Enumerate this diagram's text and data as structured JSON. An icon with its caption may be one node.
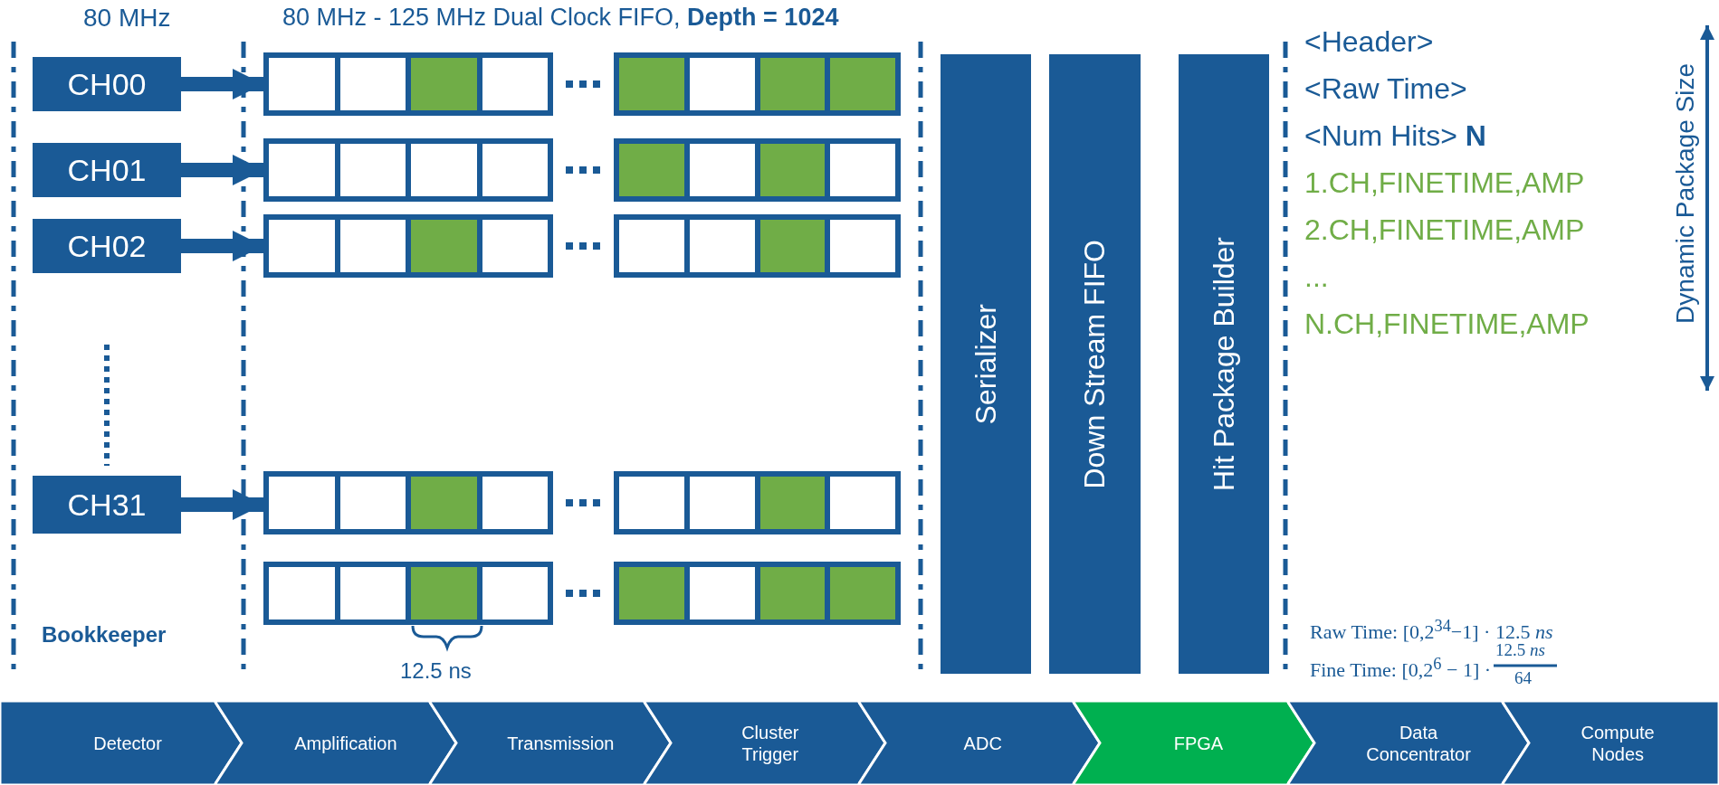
{
  "diagram": {
    "nodes": [
      {
        "text": [
          "CH00"
        ]
      },
      {
        "text": [
          "CH01"
        ]
      },
      {
        "text": [
          "CH02"
        ]
      },
      {
        "text": [
          "CH31"
        ]
      },
      {
        "text": [],
        "shape": "bar"
      },
      {
        "text": [],
        "shape": "bar"
      },
      {
        "text": [],
        "shape": "bar"
      },
      {
        "text": [],
        "shape": "bar"
      },
      {
        "text": [],
        "shape": "bar"
      },
      {
        "text": [
          "Serializer"
        ]
      },
      {
        "text": [
          "Down Stream FIFO"
        ]
      },
      {
        "text": [
          "Hit Package Builder"
        ]
      },
      {
        "text": [
          "Detector"
        ]
      },
      {
        "text": [
          "Amplification"
        ]
      },
      {
        "text": [
          "Transmission"
        ]
      },
      {
        "text": [
          "Cluster Trigger"
        ]
      },
      {
        "text": [
          "ADC"
        ]
      },
      {
        "text": [
          "FPGA"
        ]
      },
      {
        "text": [
          "Data Concentrator"
        ]
      },
      {
        "text": [
          "Compute Nodes"
        ]
      }
    ],
    "edges": [
      {
        "from": 0,
        "to": 4,
        "arrow": "to"
      },
      {
        "from": 1,
        "to": 5,
        "arrow": "to"
      },
      {
        "from": 2,
        "to": 6,
        "arrow": "to"
      },
      {
        "from": 3,
        "to": 7,
        "arrow": "to"
      }
    ],
    "labels": [
      "80 MHz",
      "80 MHz - 125 MHz Dual Clock FIFO, **Depth = 1024**",
      "<Header>",
      "<Raw Time>",
      "<Num Hits> **N**",
      "1.CH,FINETIME,AMP",
      "2.CH,FINETIME,AMP",
      "...",
      "N.CH,FINETIME,AMP",
      "Dynamic Package Size",
      "Bookkeeper",
      "12.5 ns",
      "Raw Time: [0,2$^{34}$−1] · 12.5 *ns*",
      "Fine Time: [0,2$^{6}$ − 1] ·",
      "12.5 *ns*",
      "64"
    ]
  }
}
